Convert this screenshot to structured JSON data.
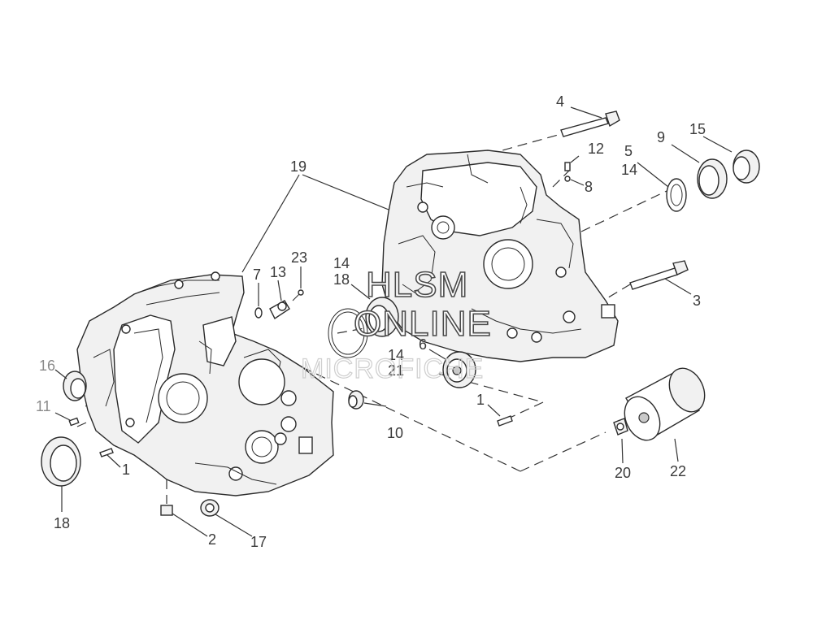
{
  "labels": {
    "l1a": "1",
    "l1b": "1",
    "l2": "2",
    "l3": "3",
    "l4": "4",
    "l5": "5",
    "l6": "6",
    "l7": "7",
    "l8": "8",
    "l9": "9",
    "l10": "10",
    "l11": "11",
    "l12": "12",
    "l13": "13",
    "l14a": "14",
    "l14b": "14",
    "l14c": "14",
    "l15": "15",
    "l16": "16",
    "l17": "17",
    "l18a": "18",
    "l18b": "18",
    "l19": "19",
    "l20": "20",
    "l21": "21",
    "l22": "22",
    "l23": "23"
  },
  "watermark": {
    "line1": "HLSM",
    "line2": "ONLINE",
    "line3": "MICROFICHE"
  }
}
